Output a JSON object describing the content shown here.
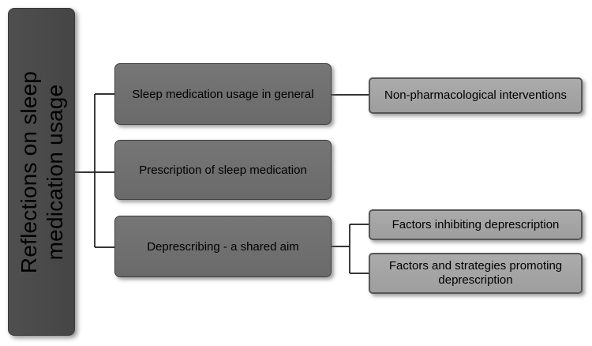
{
  "diagram": {
    "root": {
      "label": "Reflections on sleep medication usage"
    },
    "branches": [
      {
        "label": "Sleep medication usage in general",
        "children": [
          {
            "label": "Non-pharmacological interventions"
          }
        ]
      },
      {
        "label": "Prescription of sleep medication",
        "children": []
      },
      {
        "label": "Deprescribing - a shared aim",
        "children": [
          {
            "label": "Factors inhibiting deprescription"
          },
          {
            "label": "Factors and strategies promoting deprescription"
          }
        ]
      }
    ]
  },
  "colors": {
    "background": "#ffffff",
    "root_fill": "#4a4a4a",
    "branch_fill": "#707070",
    "leaf_fill": "#a5a5a5",
    "node_border": "#3f3f3f",
    "leaf_border": "#565656",
    "connector": "#1a1a1a",
    "text": "#000000"
  }
}
